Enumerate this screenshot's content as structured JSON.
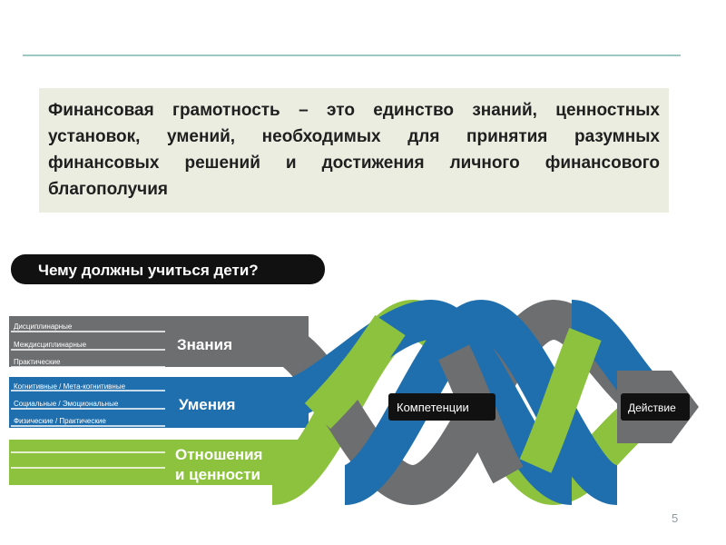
{
  "definition": "Финансовая грамотность – это единство знаний, ценностных установок, умений, необходимых для принятия разумных финансовых решений  и достижения личного  финансового благополучия",
  "diagram": {
    "heading": "Чему должны учиться дети?",
    "knowledge": {
      "label": "Знания",
      "items": [
        "Дисциплинарные",
        "Междисциплинарные",
        "Практические"
      ]
    },
    "skills": {
      "label": "Умения",
      "items": [
        "Когнитивные / Мета-когнитивные",
        "Социальные / Эмоциональные",
        "Физические / Практические"
      ]
    },
    "attitudes": {
      "label_line1": "Отношения",
      "label_line2": "и ценности"
    },
    "competencies": "Компетенции",
    "action": "Действие",
    "colors": {
      "knowledge": "#6d6e70",
      "skills": "#1f6fae",
      "attitudes": "#8dc23f",
      "heading_bar": "#111111"
    }
  },
  "page_number": "5"
}
